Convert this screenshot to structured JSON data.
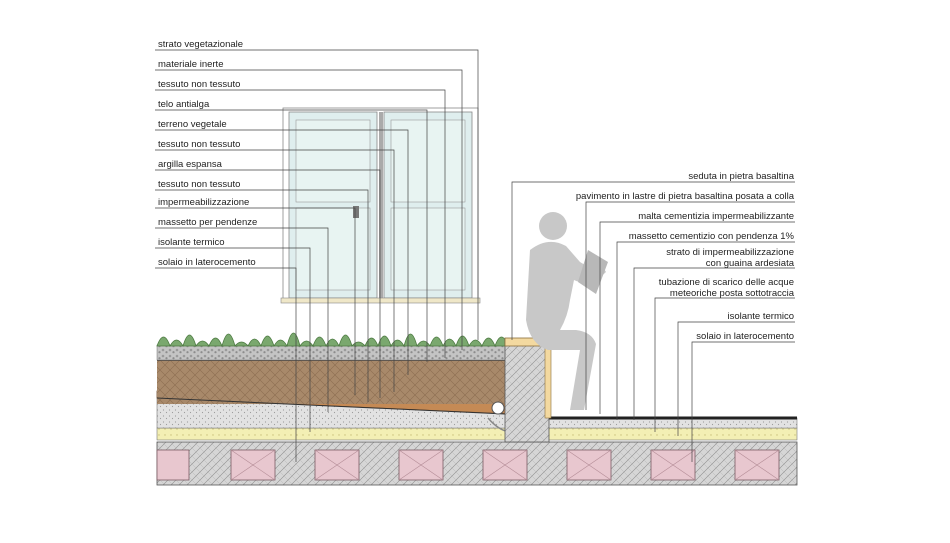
{
  "left_labels": [
    "strato vegetazionale",
    "materiale inerte",
    "tessuto non tessuto",
    "telo antialga",
    "terreno vegetale",
    "tessuto non tessuto",
    "argilla espansa",
    "tessuto non tessuto",
    "impermeabilizzazione",
    "massetto per pendenze",
    "isolante termico",
    "solaio in laterocemento"
  ],
  "right_labels": [
    [
      "seduta in pietra basaltina"
    ],
    [
      "pavimento in lastre di pietra basaltina posata a colla"
    ],
    [
      "malta cementizia impermeabilizzante"
    ],
    [
      "massetto cementizio con pendenza 1%"
    ],
    [
      "strato di impermeabilizzazione",
      "con guaina ardesiata"
    ],
    [
      "tubazione di scarico delle acque",
      "meteoriche posta sottotraccia"
    ],
    [
      "isolante termico"
    ],
    [
      "solaio in laterocemento"
    ]
  ],
  "colors": {
    "soil": "#a88a6a",
    "gravel": "#c9c9c9",
    "vegetation": "#7aa86e",
    "insulation": "#f3efb4",
    "brick": "#e8c7cf",
    "concrete": "#d4d4d4",
    "window_glass": "#dfeeee",
    "person": "#c8c8c8",
    "stone_bench": "#f3d9a0"
  }
}
